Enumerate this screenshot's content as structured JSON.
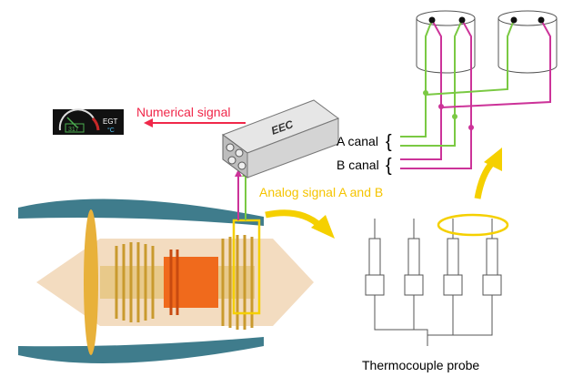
{
  "labels": {
    "numerical_signal": "Numerical signal",
    "analog_signal": "Analog signal A and B",
    "a_canal": "A canal",
    "b_canal": "B canal",
    "thermocouple_probe": "Thermocouple probe",
    "eec": "EEC",
    "egt_gauge_value": "317",
    "egt_label": "EGT",
    "egt_unit": "°C",
    "brace": "{"
  },
  "colors": {
    "numerical": "#f0284a",
    "analog": "#f5c400",
    "canal_a": "#7ac943",
    "canal_b": "#cc3399",
    "engine_casing": "#3f7c8c",
    "engine_core": "#f06a1c",
    "fan": "#e8b13a"
  }
}
